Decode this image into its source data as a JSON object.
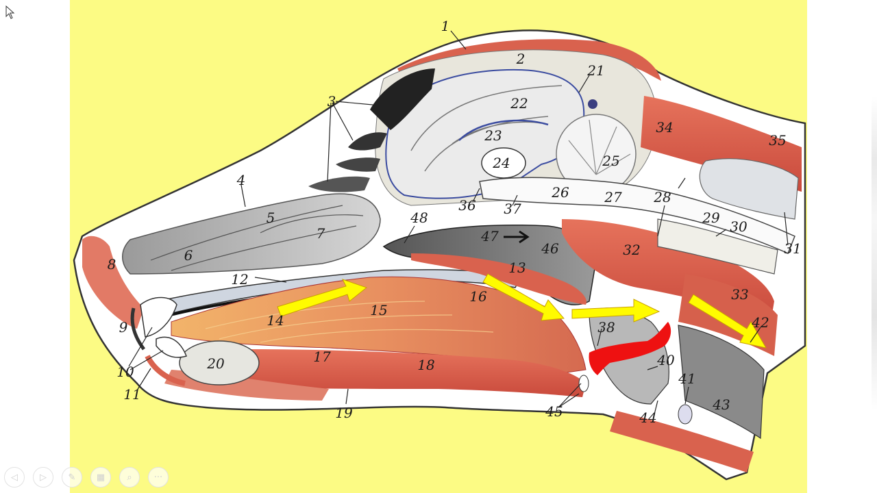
{
  "labels": [
    "1",
    "2",
    "3",
    "4",
    "5",
    "6",
    "7",
    "8",
    "9",
    "10",
    "11",
    "12",
    "13",
    "14",
    "15",
    "16",
    "17",
    "18",
    "19",
    "20",
    "21",
    "22",
    "23",
    "24",
    "25",
    "26",
    "27",
    "28",
    "29",
    "30",
    "31",
    "32",
    "33",
    "34",
    "35",
    "36",
    "37",
    "38",
    "40",
    "41",
    "42",
    "43",
    "44",
    "45",
    "46",
    "47",
    "48"
  ],
  "colors": {
    "background": "#fcfb84",
    "muscle": "#d9624e",
    "bone": "#f2f0e8",
    "arrow": "#fffb00",
    "highlight": "#ee1111"
  },
  "toolbar": {
    "icons": [
      "prev-icon",
      "next-icon",
      "pen-icon",
      "grid-icon",
      "zoom-icon",
      "more-icon"
    ],
    "glyphs": [
      "◁",
      "▷",
      "✎",
      "▦",
      "⌕",
      "···"
    ]
  }
}
